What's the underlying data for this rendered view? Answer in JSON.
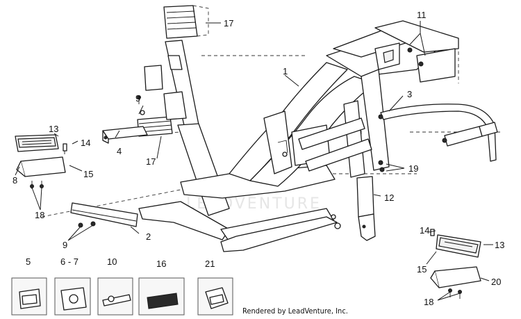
{
  "callouts": {
    "c1": "1",
    "c2": "2",
    "c3": "3",
    "c4": "4",
    "c5": "5",
    "c6_7": "6 - 7",
    "c8": "8",
    "c9a": "9",
    "c9b": "9",
    "c10": "10",
    "c11": "11",
    "c12": "12",
    "c13a": "13",
    "c13b": "13",
    "c14a": "14",
    "c14b": "14",
    "c15a": "15",
    "c15b": "15",
    "c16": "16",
    "c17a": "17",
    "c17b": "17",
    "c18a": "18",
    "c18b": "18",
    "c19": "19",
    "c20": "20",
    "c21": "21"
  },
  "watermark": "LEADVENTURE",
  "footer": "Rendered by LeadVenture, Inc."
}
